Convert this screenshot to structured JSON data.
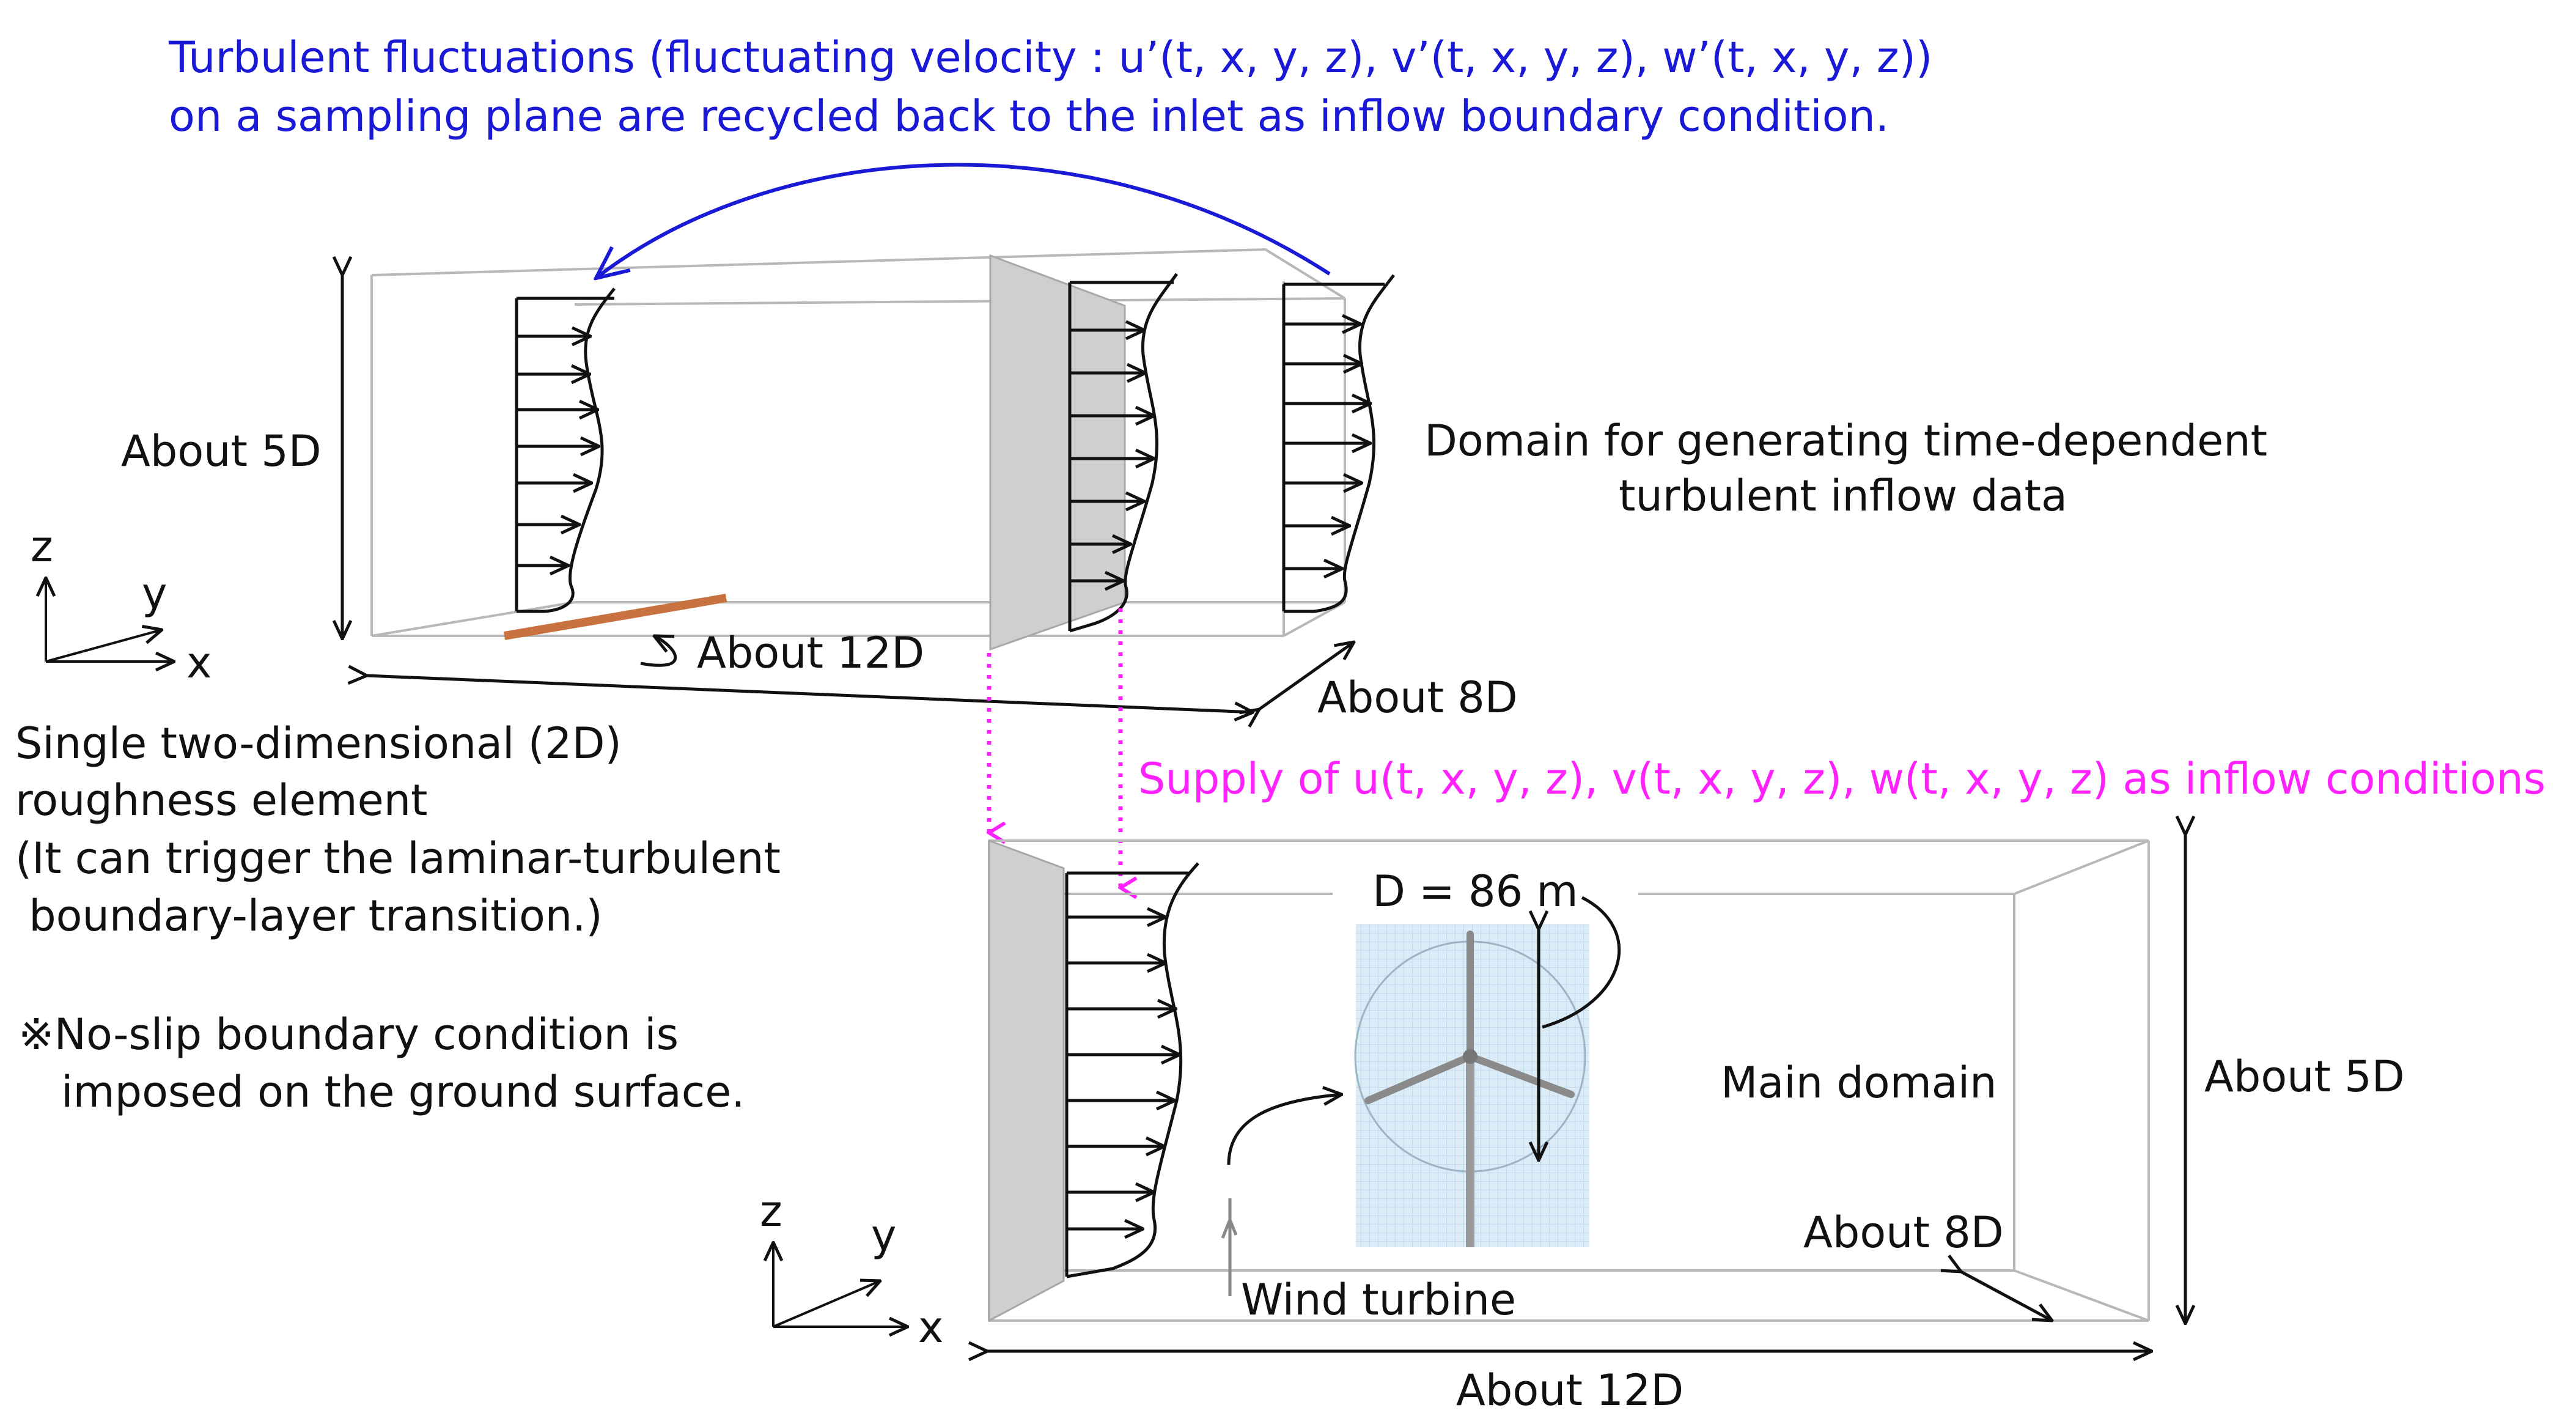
{
  "recycling_note": {
    "line1": "Turbulent fluctuations (fluctuating velocity : u’(t, x, y, z), v’(t, x, y, z), w’(t, x, y, z))",
    "line2": "on a sampling plane are recycled back to the inlet as inflow boundary condition."
  },
  "upper_domain": {
    "title_line1": "Domain for generating time-dependent",
    "title_line2": "turbulent inflow data",
    "height_label": "About 5D",
    "length_label": "About 12D",
    "width_label": "About 8D",
    "axes": {
      "z": "z",
      "y": "y",
      "x": "x"
    }
  },
  "roughness_note": {
    "line1": "Single two-dimensional (2D)",
    "line2": "roughness element",
    "line3": "(It can trigger the laminar-turbulent",
    "line4": " boundary-layer transition.)"
  },
  "noslip_note": {
    "line1": "※No-slip boundary condition is",
    "line2": "imposed on the ground surface."
  },
  "supply_note": "Supply of u(t, x, y, z), v(t, x, y, z), w(t, x, y, z) as inflow conditions",
  "main_domain": {
    "title": "Main domain",
    "diameter_label": "D = 86 m",
    "turbine_label": "Wind turbine",
    "height_label": "About 5D",
    "width_label": "About 8D",
    "length_label": "About 12D",
    "axes": {
      "z": "z",
      "y": "y",
      "x": "x"
    }
  },
  "colors": {
    "recycle_arrow": "#1a1ad6",
    "supply_arrow": "#ff22ff",
    "roughness_element": "#c8733f",
    "sampling_plane": "#d0d0d0",
    "turbine_grid": "#dcecf6"
  }
}
